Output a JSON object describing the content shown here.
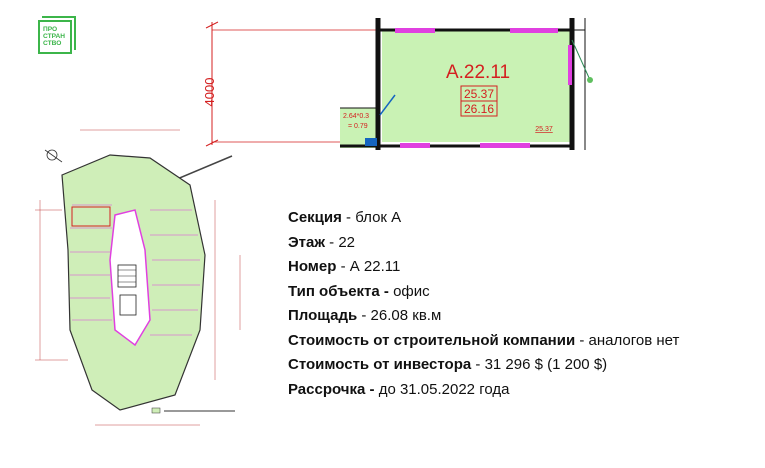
{
  "logo": {
    "lines": [
      "ПРО",
      "СТРАН",
      "СТВО"
    ]
  },
  "plan": {
    "unit_label": "А.22.11",
    "area_1": "25.37",
    "area_2": "26.16",
    "small_area": "25.37",
    "dimension": "4000",
    "annotation_1": "2.64*0.3",
    "annotation_2": "= 0.79"
  },
  "details": [
    {
      "label": "Секция",
      "sep": " - ",
      "value": "блок А"
    },
    {
      "label": "Этаж",
      "sep": " - ",
      "value": "22"
    },
    {
      "label": "Номер",
      "sep": " - ",
      "value": "А 22.11"
    },
    {
      "label": "Тип объекта -",
      "sep": " ",
      "value": "офис"
    },
    {
      "label": "Площадь",
      "sep": " - ",
      "value": "26.08 кв.м"
    },
    {
      "label": "Стоимость от строительной компании",
      "sep": " - ",
      "value": "аналогов нет"
    },
    {
      "label": "Стоимость от инвестора",
      "sep": " - ",
      "value": "31 296 $ (1 200 $)"
    },
    {
      "label": "Рассрочка -",
      "sep": " ",
      "value": "до 31.05.2022 года"
    }
  ],
  "colors": {
    "room_fill": "#c9f2b4",
    "accent_red": "#d42020",
    "wall": "#111111",
    "door": "#e040e0",
    "logo_green": "#3cb54a"
  }
}
